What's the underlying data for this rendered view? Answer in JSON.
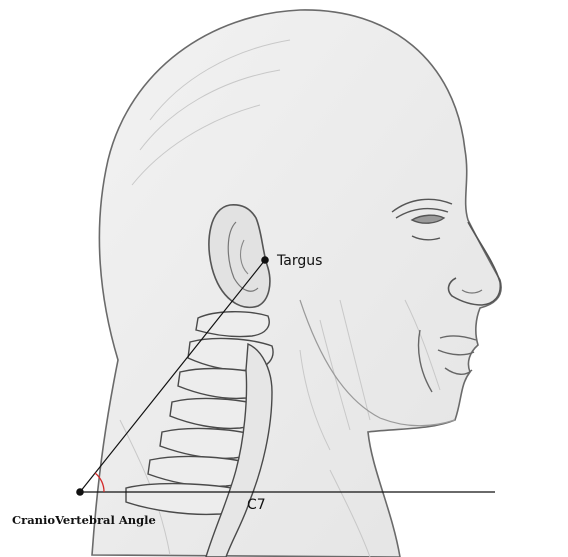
{
  "labels": {
    "targus": "Targus",
    "c7": "C7",
    "angle": "CranioVertebral Angle"
  },
  "colors": {
    "sketch": "#6a6a6a",
    "shade": "#c8c8c8",
    "measure_line": "#111111",
    "angle_arc": "#d42a2a"
  }
}
